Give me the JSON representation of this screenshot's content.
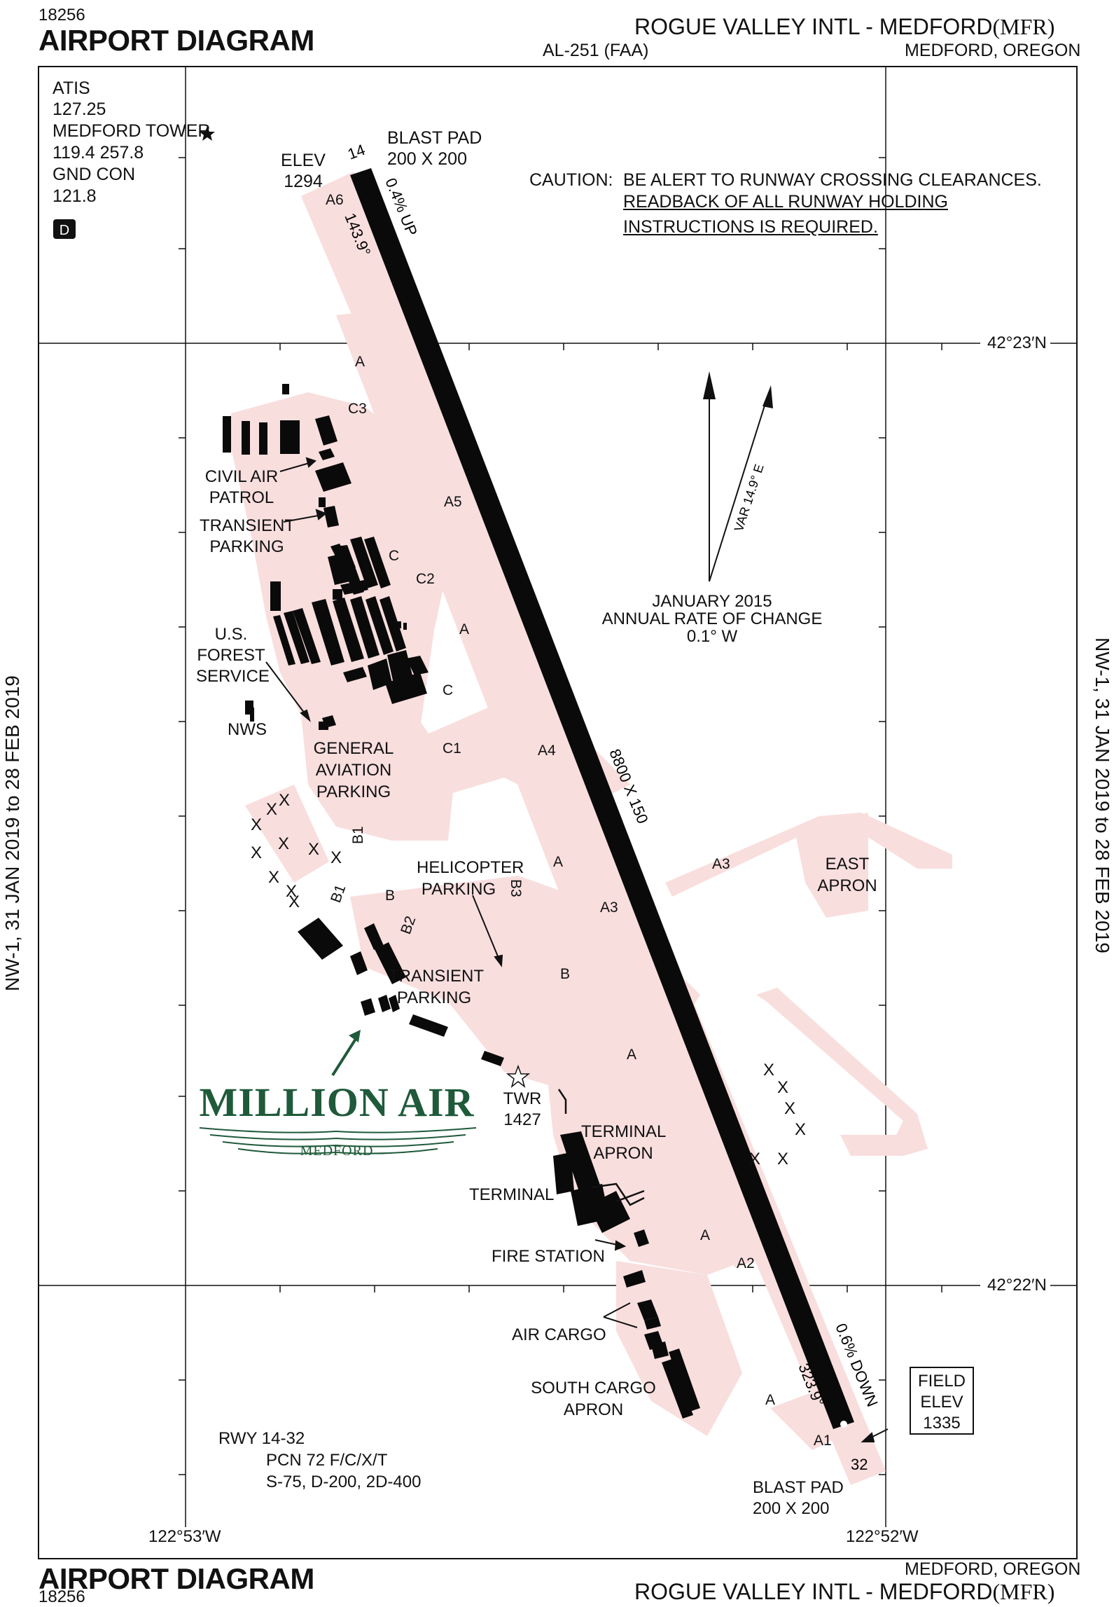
{
  "header": {
    "chart_number": "18256",
    "title": "AIRPORT DIAGRAM",
    "airport_name": "ROGUE VALLEY INTL - MEDFORD",
    "airport_code": "(MFR)",
    "procedure_id": "AL-251 (FAA)",
    "city_state": "MEDFORD, OREGON"
  },
  "footer": {
    "title": "AIRPORT DIAGRAM",
    "chart_number": "18256",
    "airport_name": "ROGUE VALLEY INTL - MEDFORD",
    "airport_code": "(MFR)",
    "city_state": "MEDFORD, OREGON"
  },
  "margin": {
    "left_effective": "NW-1,  31 JAN 2019  to  28 FEB 2019",
    "right_effective": "NW-1,  31 JAN 2019  to  28 FEB 2019"
  },
  "frequencies": {
    "atis_label": "ATIS",
    "atis_freq": "127.25",
    "tower_label": "MEDFORD TOWER",
    "tower_freq": "119.4  257.8",
    "gnd_label": "GND CON",
    "gnd_freq": "121.8",
    "datalink_badge": "D"
  },
  "caution": {
    "label": "CAUTION:",
    "line1": "BE ALERT TO RUNWAY CROSSING CLEARANCES.",
    "line2": "READBACK OF ALL RUNWAY HOLDING",
    "line3": "INSTRUCTIONS IS REQUIRED."
  },
  "runway": {
    "designation": "RWY 14-32",
    "dimensions": "8800 X 150",
    "end_north": "14",
    "end_south": "32",
    "heading_north": "143.9°",
    "heading_south": "323.9°",
    "slope_north": "0.4% UP",
    "slope_south": "0.6% DOWN",
    "pcn": "PCN 72 F/C/X/T",
    "strength": "S-75, D-200, 2D-400",
    "elev_north_label": "ELEV",
    "elev_north": "1294",
    "blast_pad_north_label": "BLAST PAD",
    "blast_pad_north_size": "200 X 200",
    "blast_pad_south_label": "BLAST PAD",
    "blast_pad_south_size": "200 X 200"
  },
  "field_elev": {
    "label1": "FIELD",
    "label2": "ELEV",
    "value": "1335"
  },
  "magnetic": {
    "var": "VAR 14.9° E",
    "date": "JANUARY 2015",
    "rate_label": "ANNUAL RATE OF CHANGE",
    "rate": "0.1° W"
  },
  "coordinates": {
    "lat_north": "42°23′N",
    "lat_south": "42°22′N",
    "lon_west": "122°53′W",
    "lon_east": "122°52′W"
  },
  "taxiways": [
    "A",
    "A1",
    "A2",
    "A3",
    "A4",
    "A5",
    "A6",
    "B",
    "B1",
    "B2",
    "B3",
    "C",
    "C1",
    "C2",
    "C3"
  ],
  "labels": {
    "civil_air_patrol_1": "CIVIL AIR",
    "civil_air_patrol_2": "PATROL",
    "transient_1": "TRANSIENT",
    "transient_2": "PARKING",
    "forest_1": "U.S.",
    "forest_2": "FOREST",
    "forest_3": "SERVICE",
    "nws": "NWS",
    "ga_1": "GENERAL",
    "ga_2": "AVIATION",
    "ga_3": "PARKING",
    "heli_1": "HELICOPTER",
    "heli_2": "PARKING",
    "transient2_1": "TRANSIENT",
    "transient2_2": "PARKING",
    "east_1": "EAST",
    "east_2": "APRON",
    "twr": "TWR",
    "twr_elev": "1427",
    "terminal_apron_1": "TERMINAL",
    "terminal_apron_2": "APRON",
    "terminal": "TERMINAL",
    "fire_station": "FIRE STATION",
    "air_cargo": "AIR CARGO",
    "south_cargo_1": "SOUTH CARGO",
    "south_cargo_2": "APRON"
  },
  "brand": {
    "name": "MILLION AIR",
    "location": "MEDFORD"
  },
  "colors": {
    "pavement": "#f9dede",
    "runway": "#0a0a0a",
    "brand": "#1f5a3a"
  }
}
